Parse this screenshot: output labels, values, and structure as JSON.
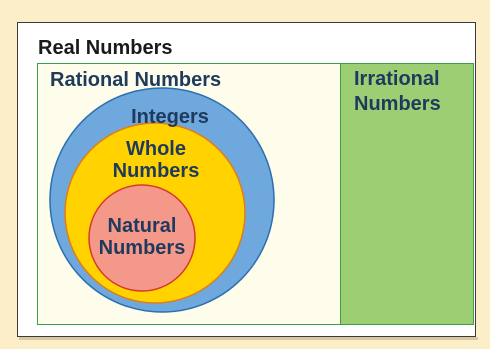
{
  "diagram": {
    "outer_label": "Real Numbers",
    "rational_label": "Rational Numbers",
    "irrational_label": "Irrational Numbers",
    "integers_label": "Integers",
    "whole_label_line1": "Whole",
    "whole_label_line2": "Numbers",
    "natural_label_line1": "Natural",
    "natural_label_line2": "Numbers"
  },
  "colors": {
    "background": "#fbeec9",
    "rational_fill": "#fefcea",
    "irrational_fill": "#9ccf73",
    "integers_fill": "#6fa8dc",
    "whole_fill": "#ffd200",
    "natural_fill": "#f4998a",
    "border_green": "#3aa14a"
  }
}
